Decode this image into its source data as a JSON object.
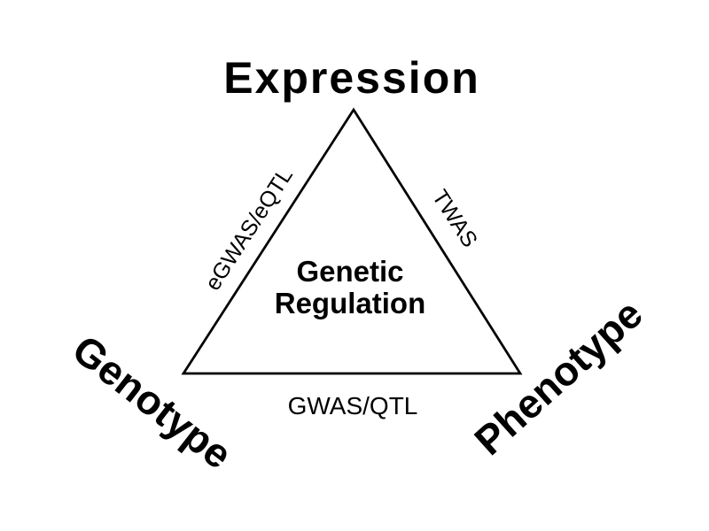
{
  "diagram": {
    "colors": {
      "text": "#000000",
      "line": "#000000",
      "background": "#ffffff"
    },
    "vertices": [
      {
        "position": "top",
        "label": "Expression"
      },
      {
        "position": "bottom-left",
        "label": "Genotype"
      },
      {
        "position": "bottom-right",
        "label": "Phenotype"
      }
    ],
    "edges": [
      {
        "from": "Genotype",
        "to": "Expression",
        "side": "left",
        "label": "eGWAS/eQTL"
      },
      {
        "from": "Expression",
        "to": "Phenotype",
        "side": "right",
        "label": "TWAS"
      },
      {
        "from": "Genotype",
        "to": "Phenotype",
        "side": "bottom",
        "label": "GWAS/QTL"
      }
    ],
    "center": {
      "label": "Genetic Regulation",
      "lines": [
        "Genetic",
        "Regulation"
      ]
    }
  }
}
